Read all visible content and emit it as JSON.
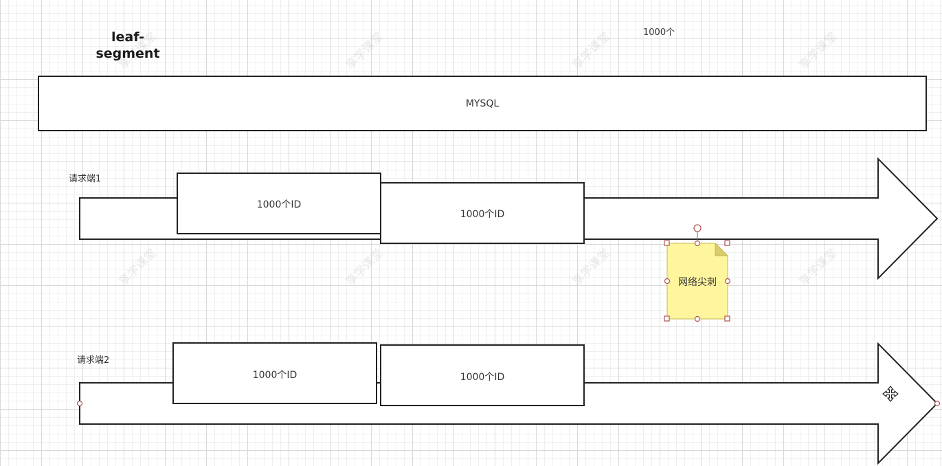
{
  "diagram": {
    "title": "leaf-\nsegment",
    "top_label": "1000个",
    "database_label": "MYSQL",
    "requesters": [
      {
        "label": "请求端1",
        "batches": [
          "1000个ID",
          "1000个ID"
        ]
      },
      {
        "label": "请求端2",
        "batches": [
          "1000个ID",
          "1000个ID"
        ]
      }
    ],
    "note": {
      "label": "网络尖刺",
      "fill_color": "#fff59d"
    },
    "watermark_text": "享学课堂",
    "colors": {
      "stroke": "#222222",
      "handle": "#b05050"
    }
  }
}
